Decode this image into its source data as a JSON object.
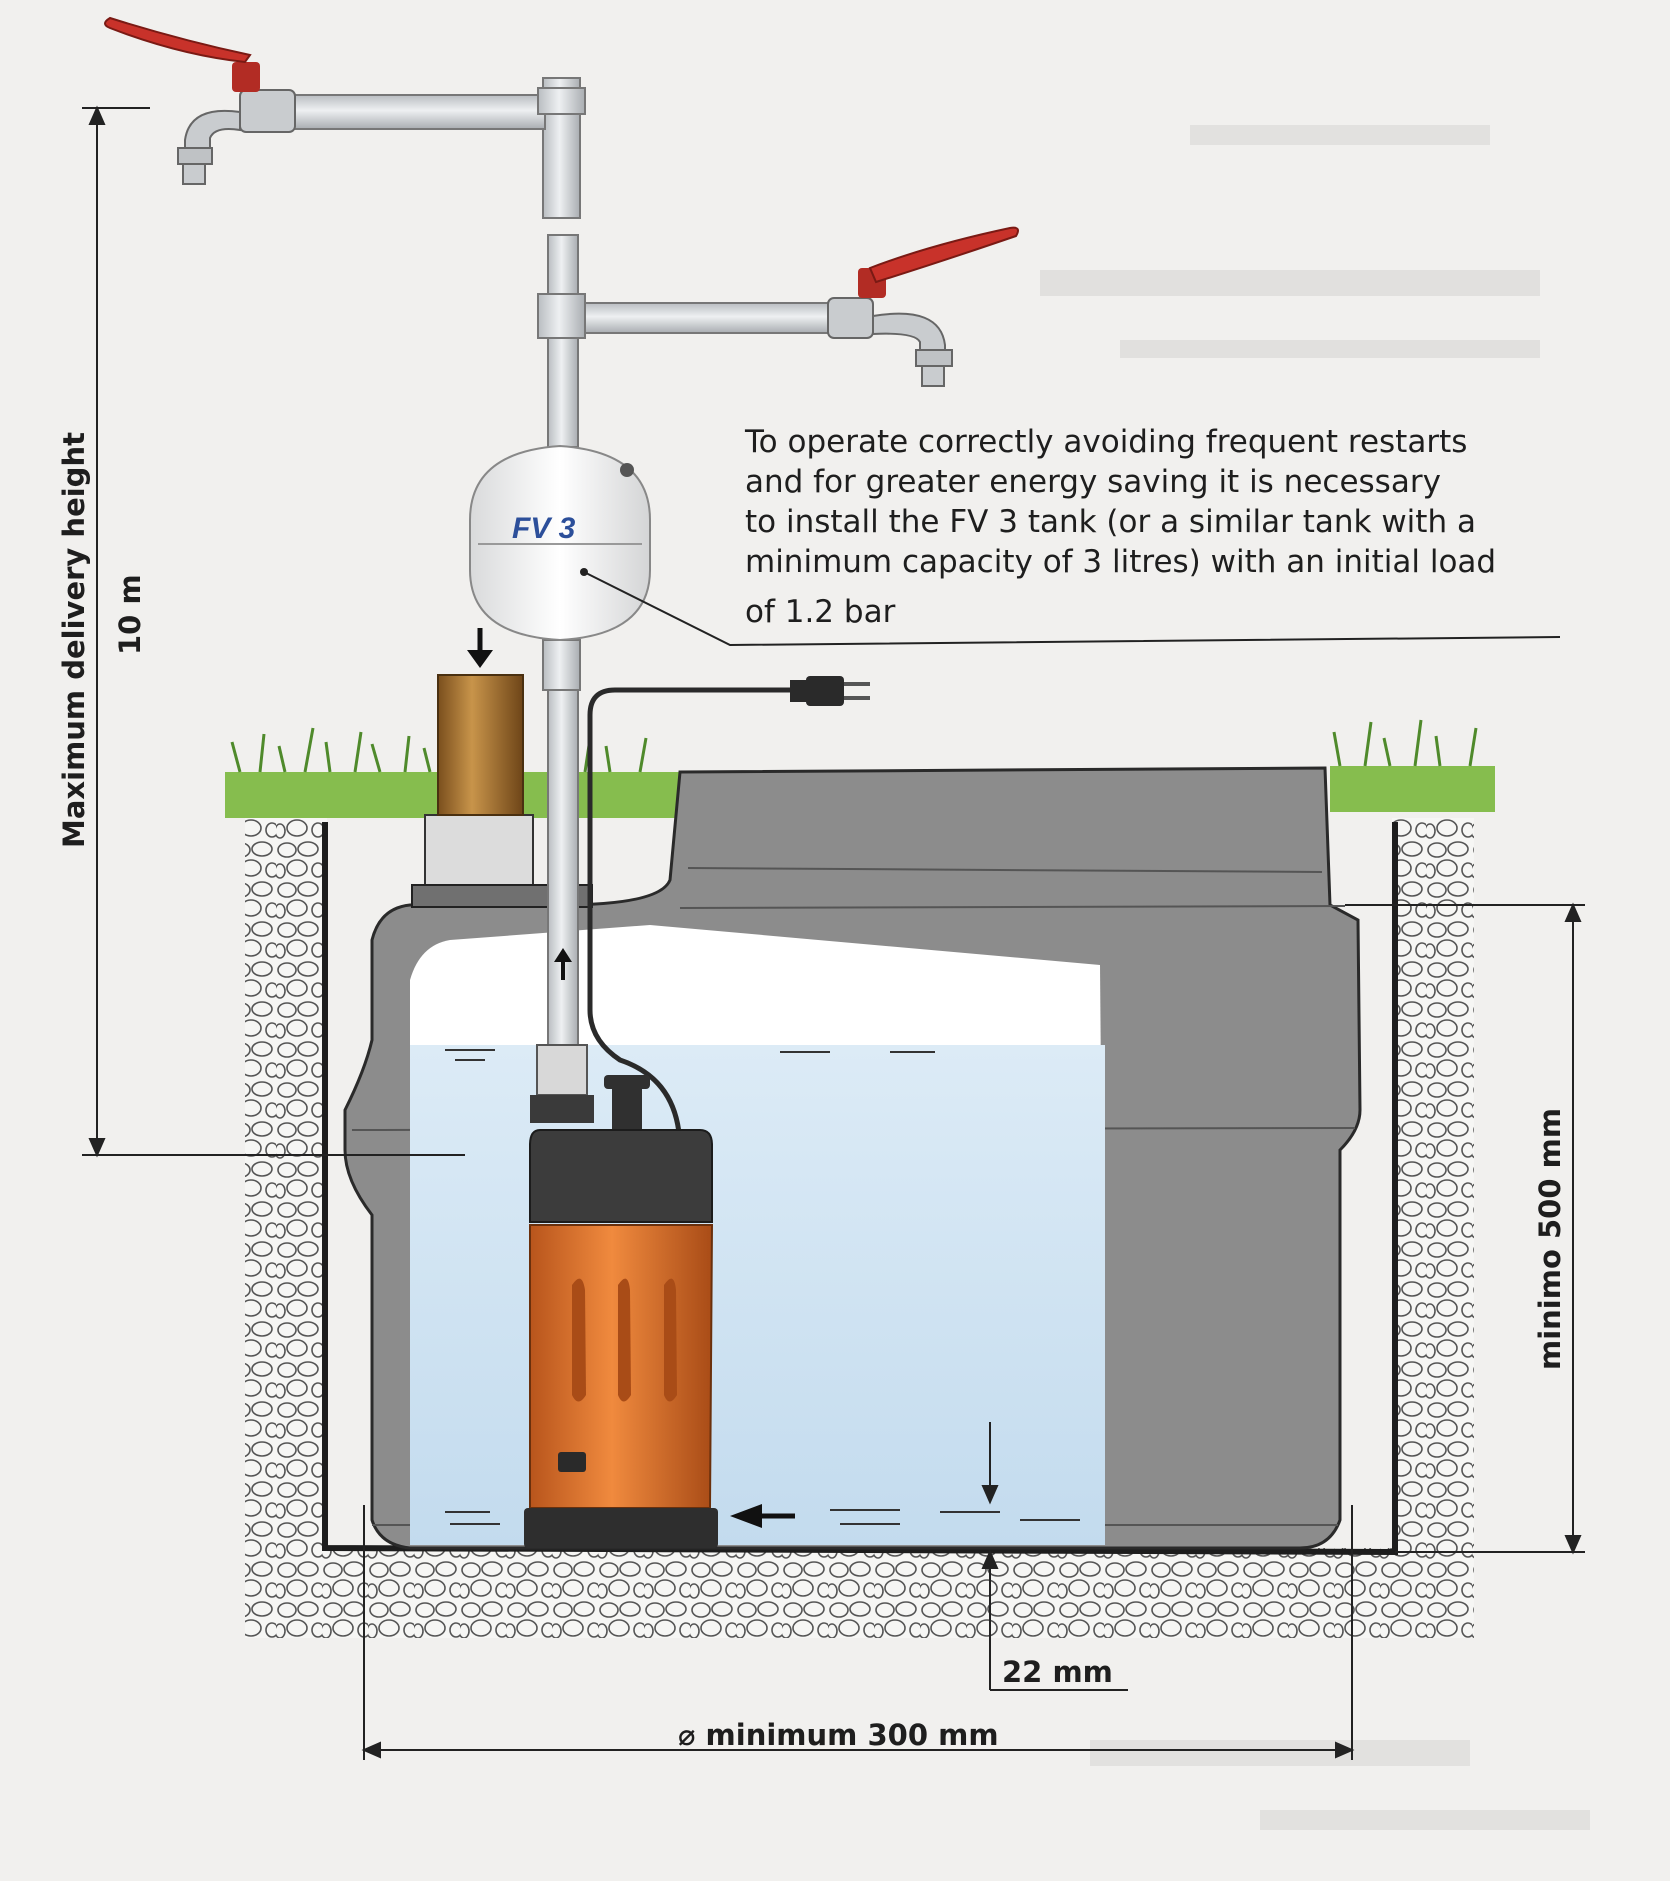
{
  "annotation": {
    "lines": [
      "To operate correctly avoiding frequent restarts",
      "and for greater energy saving it is necessary",
      "to install the FV 3 tank (or a similar tank with a",
      "minimum capacity of 3 litres) with an initial load",
      "of 1.2 bar"
    ]
  },
  "tank_label": "FV 3",
  "dimensions": {
    "max_height_title": "Maximum delivery height",
    "max_height_value": "10 m",
    "min_depth": "minimo 500 mm",
    "gap": "22 mm",
    "diameter": "⌀ minimum 300 mm"
  },
  "colors": {
    "background": "#f1f0ee",
    "pipe": "#d7dadd",
    "tap_handle": "#c8322a",
    "grass": "#7fb84a",
    "well_body": "#8a8a8a",
    "water": "#cfe3f2",
    "pump_orange": "#e0742c",
    "pump_dark": "#3a3a3a",
    "brass": "#a8742e",
    "tank_label": "#2c4f9a"
  },
  "icons": [
    "tap-icon",
    "plug-icon",
    "down-arrow-icon",
    "flow-arrow-icon"
  ]
}
